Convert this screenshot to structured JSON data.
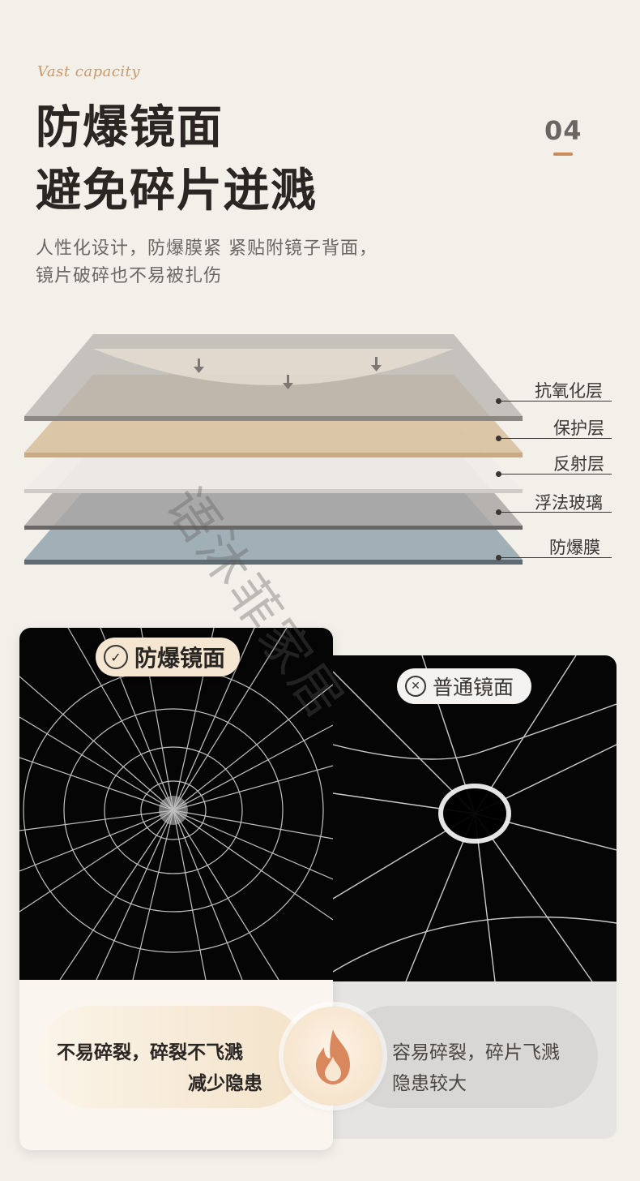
{
  "header": {
    "tag": "Vast capacity",
    "title_line1": "防爆镜面",
    "title_line2": "避免碎片迸溅",
    "number": "04",
    "desc_line1": "人性化设计，防爆膜紧 紧贴附镜子背面，",
    "desc_line2": "镜片破碎也不易被扎伤"
  },
  "layers": [
    {
      "label": "抗氧化层"
    },
    {
      "label": "保护层"
    },
    {
      "label": "反射层"
    },
    {
      "label": "浮法玻璃"
    },
    {
      "label": "防爆膜"
    }
  ],
  "watermark": "语沐菲家居",
  "comparison": {
    "good": {
      "badge": "防爆镜面",
      "caption_line1": "不易碎裂，碎裂不飞溅",
      "caption_line2": "减少隐患"
    },
    "bad": {
      "badge": "普通镜面",
      "caption_line1": "容易碎裂，碎片飞溅",
      "caption_line2": "隐患较大"
    }
  },
  "colors": {
    "background": "#f3efe9",
    "accent": "#c98a5f",
    "gold_layer": "#d9c3a3"
  },
  "icons": [
    "check-circle-icon",
    "close-circle-icon",
    "fire-icon",
    "down-arrow-icon"
  ]
}
